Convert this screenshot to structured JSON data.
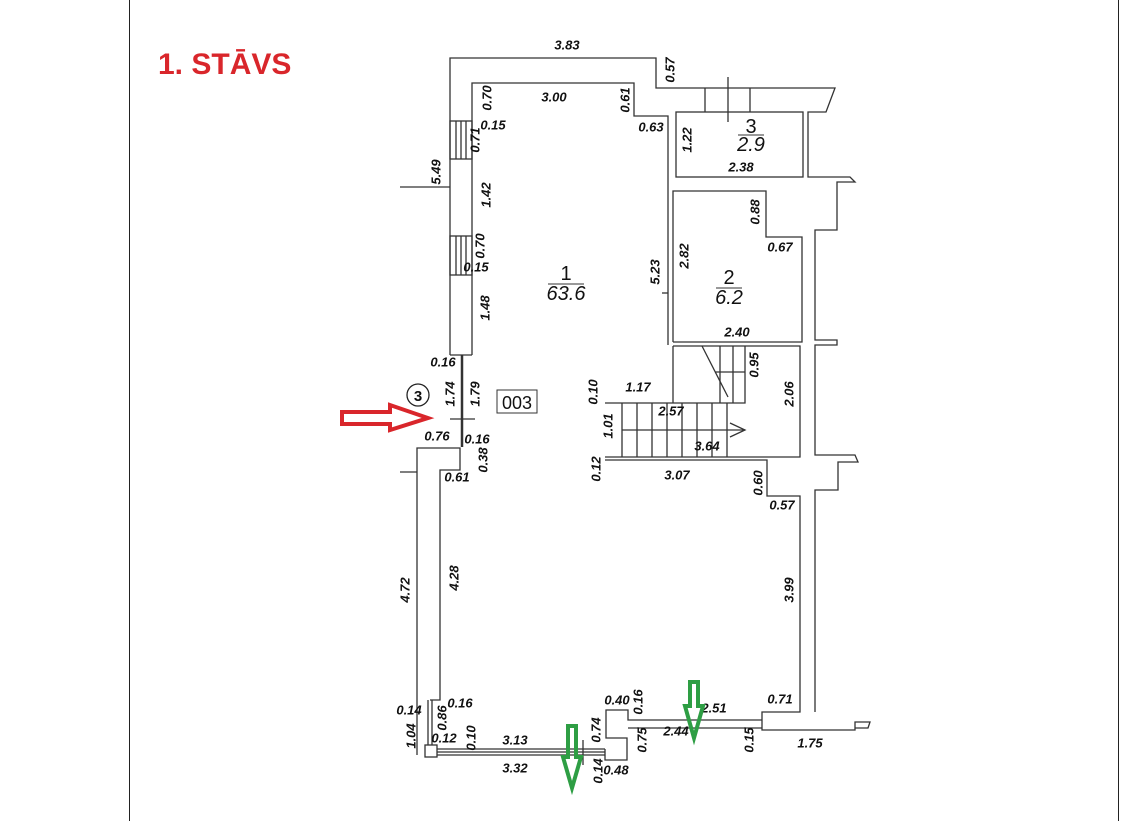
{
  "title": "1. STĀVS",
  "rooms": [
    {
      "number": "1",
      "area": "63.6"
    },
    {
      "number": "2",
      "area": "6.2"
    },
    {
      "number": "3",
      "area": "2.9"
    }
  ],
  "unit_code": "003",
  "entrance_marker": "3",
  "colors": {
    "title": "#d9262b",
    "entrance_arrow": "#d9262b",
    "window_arrows": "#2e9e44"
  },
  "dimensions": [
    "3.83",
    "0.57",
    "0.70",
    "3.00",
    "0.61",
    "0.15",
    "0.63",
    "0.71",
    "1.22",
    "2.38",
    "5.49",
    "1.42",
    "0.88",
    "0.70",
    "0.15",
    "5.23",
    "2.82",
    "0.67",
    "1.48",
    "2.40",
    "0.16",
    "0.95",
    "1.74",
    "1.79",
    "0.10",
    "1.17",
    "2.06",
    "2.57",
    "1.01",
    "3.64",
    "0.76",
    "0.16",
    "0.38",
    "0.61",
    "0.12",
    "3.07",
    "0.60",
    "0.57",
    "4.72",
    "4.28",
    "3.99",
    "0.71",
    "0.14",
    "0.16",
    "0.86",
    "0.40",
    "0.16",
    "2.51",
    "1.04",
    "0.12",
    "0.10",
    "3.13",
    "0.74",
    "0.75",
    "2.44",
    "0.15",
    "1.75",
    "3.32",
    "0.14",
    "0.48"
  ]
}
